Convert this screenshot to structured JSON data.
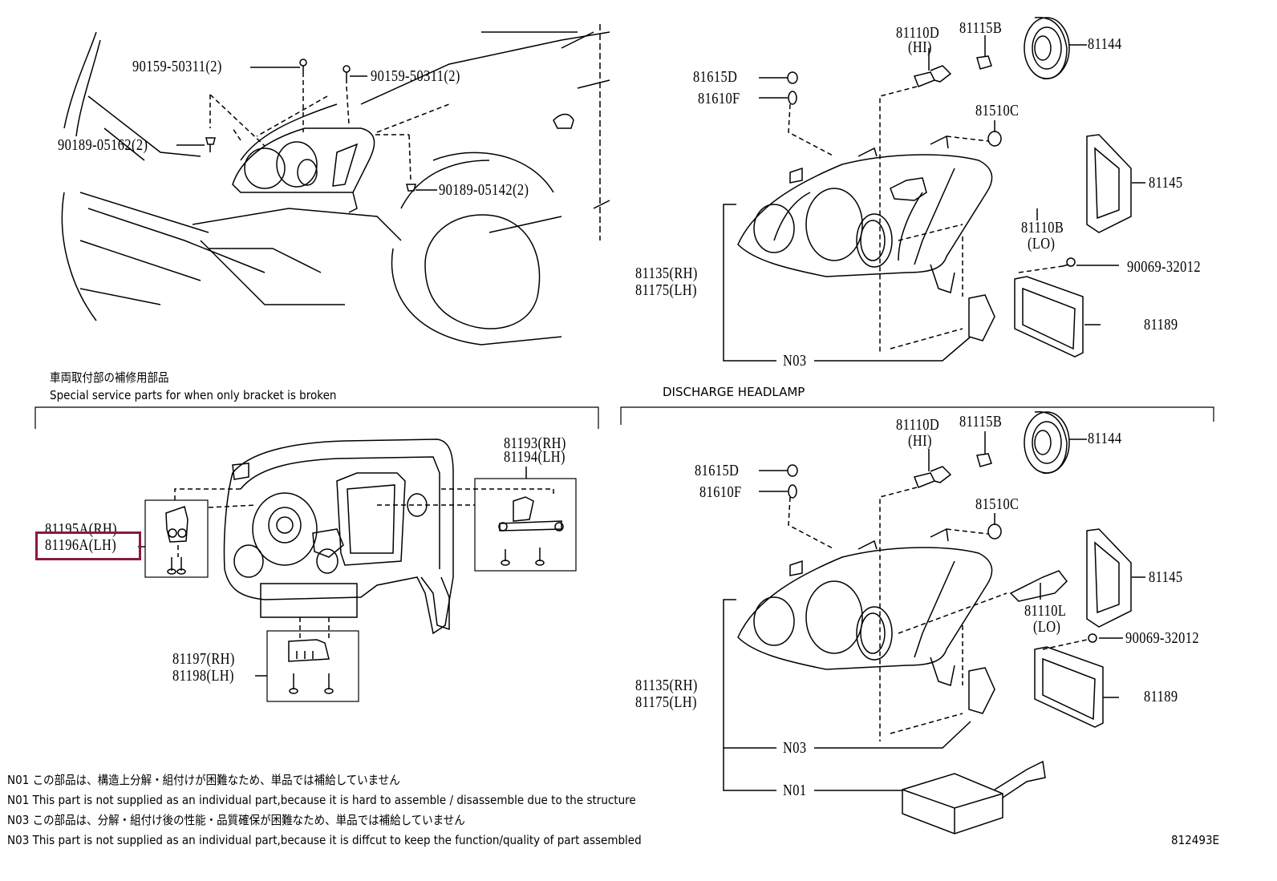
{
  "diagram": {
    "figure_id": "812493E",
    "highlight_color": "#8b1a3c",
    "vehicle_install": {
      "labels": [
        {
          "part": "90159-50311(2)"
        },
        {
          "part": "90159-50311(2)"
        },
        {
          "part": "90189-05162(2)"
        },
        {
          "part": "90189-05142(2)"
        }
      ]
    },
    "halogen_headlamp": {
      "labels": {
        "hi_bulb": "81110D",
        "hi_tag": "(HI)",
        "socket": "81115B",
        "cap": "81144",
        "clip": "81615D",
        "side_bulb": "81610F",
        "small_bulb": "81510C",
        "gasket": "81145",
        "lo_bulb": "81110B",
        "lo_tag": "(LO)",
        "screw": "90069-32012",
        "housing_rh": "81135(RH)",
        "housing_lh": "81175(LH)",
        "cover": "81189",
        "actuator": "N03"
      }
    },
    "bracket_section": {
      "title_jp": "車両取付部の補修用部品",
      "title_en": "Special service parts for when only bracket is broken",
      "labels": {
        "a_rh": "81195A(RH)",
        "a_lh": "81196A(LH)",
        "b_rh": "81193(RH)",
        "b_lh": "81194(LH)",
        "c_rh": "81197(RH)",
        "c_lh": "81198(LH)"
      },
      "highlighted_part": "81196A(LH)"
    },
    "discharge_headlamp": {
      "title": "DISCHARGE HEADLAMP",
      "labels": {
        "hi_bulb": "81110D",
        "hi_tag": "(HI)",
        "socket": "81115B",
        "cap": "81144",
        "clip": "81615D",
        "side_bulb": "81610F",
        "small_bulb": "81510C",
        "gasket": "81145",
        "lo_bulb": "81110L",
        "lo_tag": "(LO)",
        "screw": "90069-32012",
        "housing_rh": "81135(RH)",
        "housing_lh": "81175(LH)",
        "cover": "81189",
        "actuator": "N03",
        "ballast": "N01"
      }
    },
    "notes": [
      "N01 この部品は、構造上分解・組付けが困難なため、単品では補給していません",
      "N01 This part is not supplied as an individual part,because it is hard to assemble / disassemble due to the structure",
      "N03 この部品は、分解・組付け後の性能・品質確保が困難なため、単品では補給していません",
      "N03 This part is not supplied as an  individual part,because it is diffcut to keep the function/quality of part assembled"
    ]
  }
}
